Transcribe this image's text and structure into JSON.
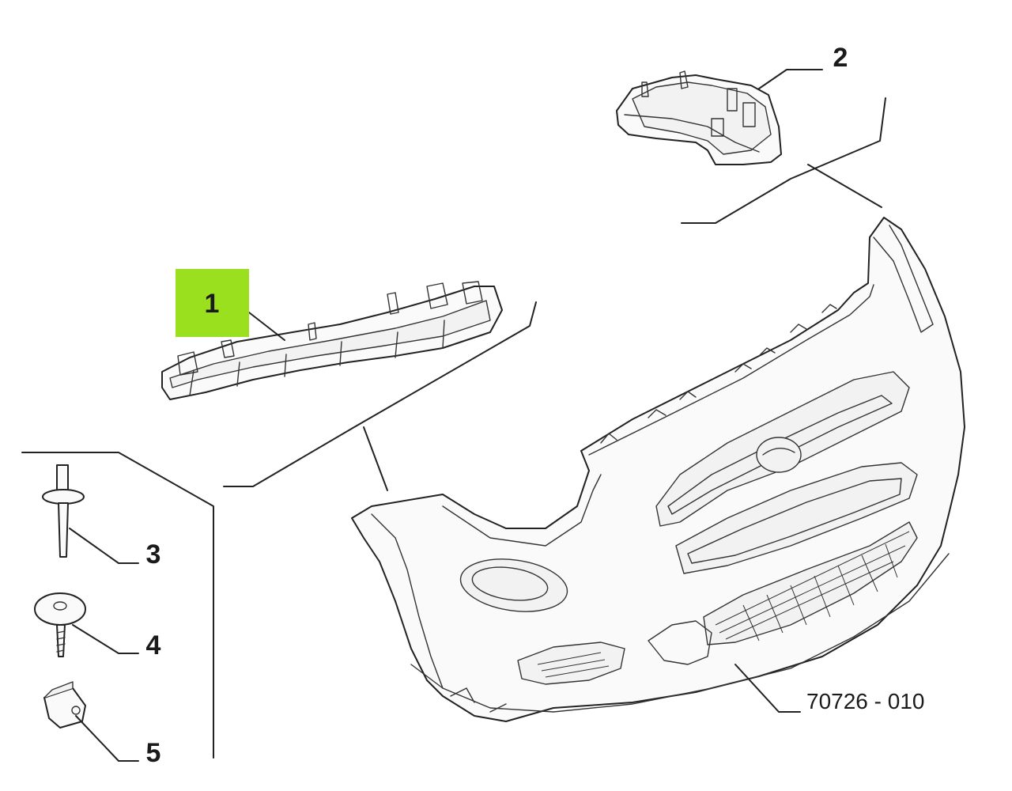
{
  "callouts": {
    "c1": "1",
    "c2": "2",
    "c3": "3",
    "c4": "4",
    "c5": "5"
  },
  "reference_code": "70726 - 010",
  "colors": {
    "highlight": "#9be01e",
    "line": "#222222"
  },
  "icons": [
    "rivet-icon",
    "screw-icon",
    "clip-nut-icon"
  ]
}
